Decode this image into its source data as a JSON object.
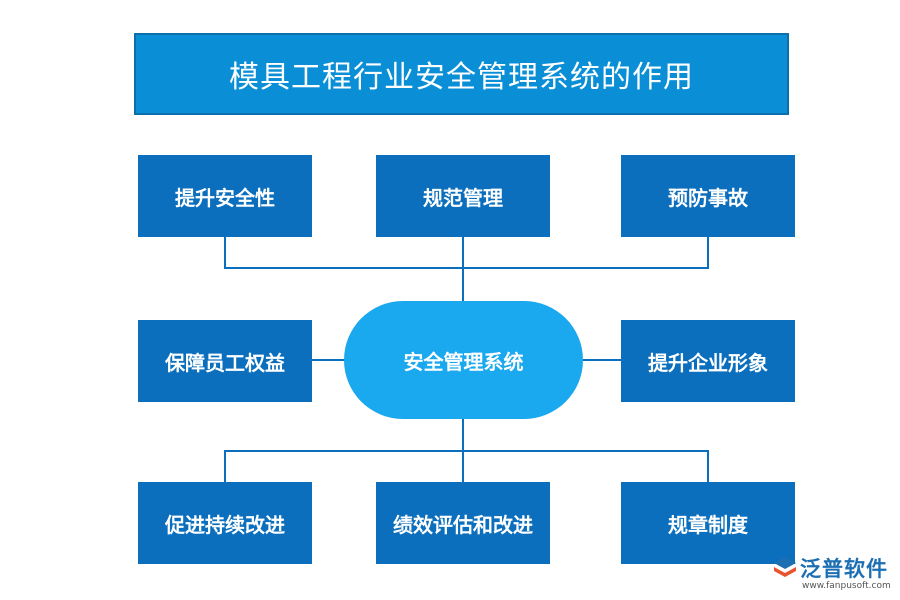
{
  "title": "模具工程行业安全管理系统的作用",
  "center": "安全管理系统",
  "top_row": [
    "提升安全性",
    "规范管理",
    "预防事故"
  ],
  "middle_left": "保障员工权益",
  "middle_right": "提升企业形象",
  "bottom_row": [
    "促进持续改进",
    "绩效评估和改进",
    "规章制度"
  ],
  "logo": {
    "name": "泛普软件",
    "url": "www.fanpusoft.com",
    "icon": "fanpu-logo-icon"
  },
  "colors": {
    "title_bg": "#0a8fd6",
    "box_bg": "#0b6fbd",
    "center_bg": "#1aa8ee",
    "connector": "#0b6fbd"
  }
}
